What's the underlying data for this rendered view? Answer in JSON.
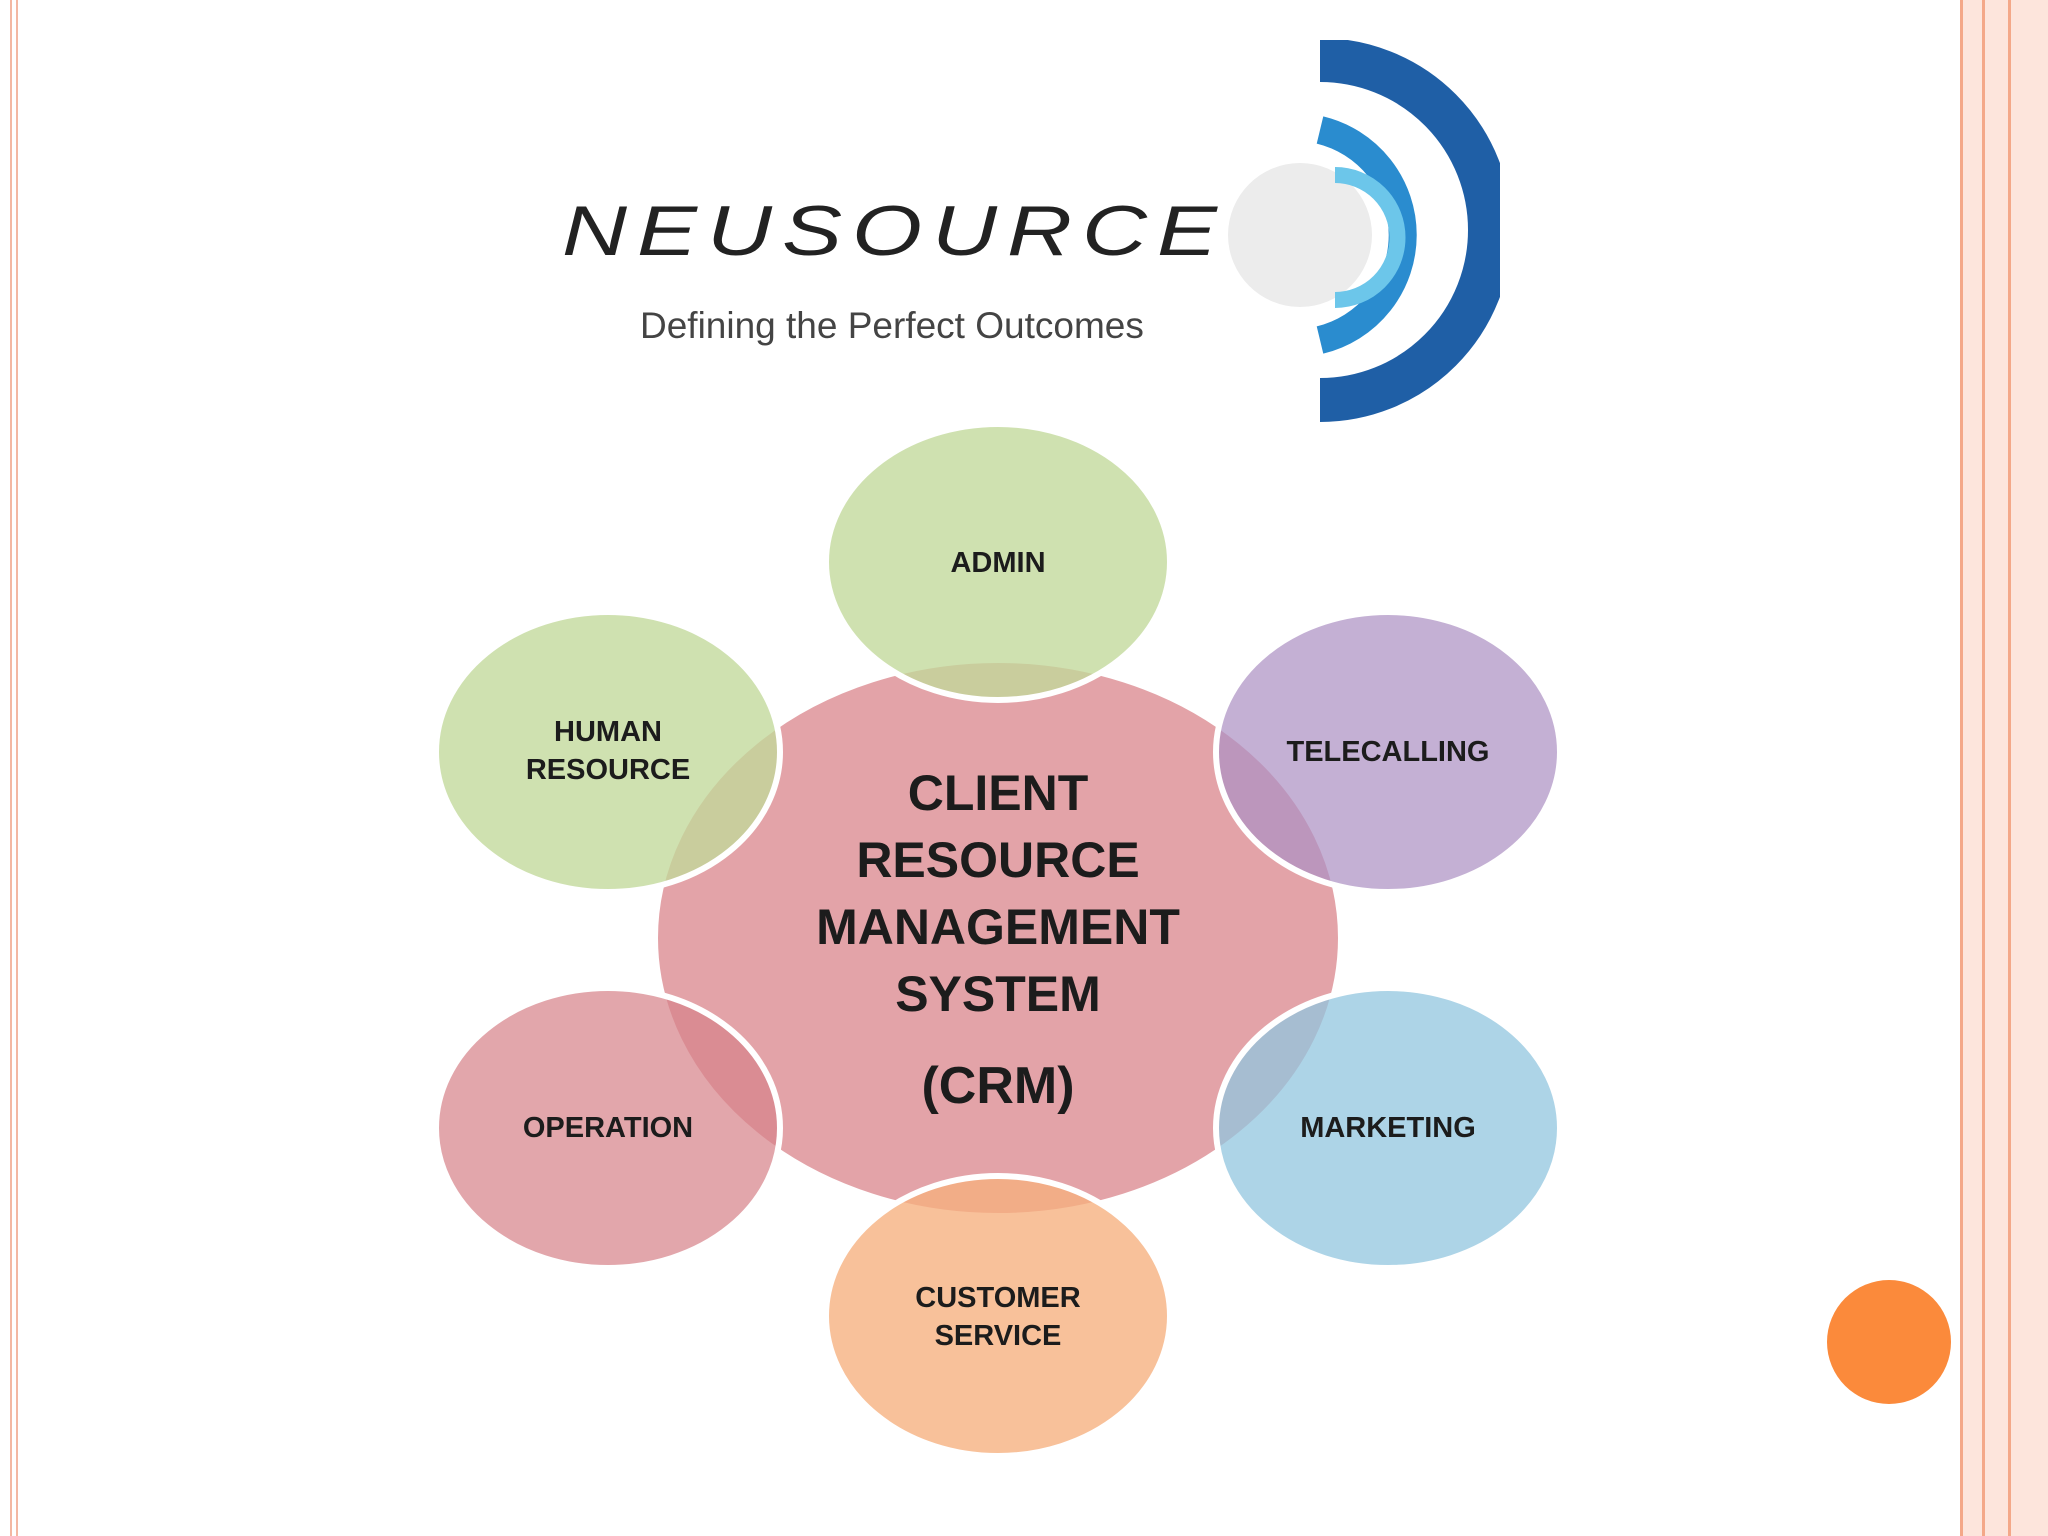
{
  "logo": {
    "wordmark": "NEUSOURCE",
    "tagline": "Defining the Perfect Outcomes"
  },
  "diagram": {
    "center": {
      "lines": [
        "CLIENT",
        "RESOURCE",
        "MANAGEMENT",
        "SYSTEM",
        "(CRM)"
      ],
      "color": "#d87f86"
    },
    "nodes": [
      {
        "key": "admin",
        "lines": [
          "ADMIN"
        ],
        "color": "#c2d89a"
      },
      {
        "key": "telecalling",
        "lines": [
          "TELECALLING"
        ],
        "color": "#ad92c4"
      },
      {
        "key": "marketing",
        "lines": [
          "MARKETING"
        ],
        "color": "#91c6df"
      },
      {
        "key": "customer-service",
        "lines": [
          "CUSTOMER",
          "SERVICE"
        ],
        "color": "#f6b07e"
      },
      {
        "key": "operation",
        "lines": [
          "OPERATION"
        ],
        "color": "#d7848b"
      },
      {
        "key": "human-resource",
        "lines": [
          "HUMAN",
          "RESOURCE"
        ],
        "color": "#c2d89a"
      }
    ]
  },
  "theme": {
    "frame_color": "#f4a889",
    "slide_dot_color": "#fb8a3b",
    "logo_blue_dark": "#1f5fa6",
    "logo_blue_light": "#39a9dc"
  }
}
